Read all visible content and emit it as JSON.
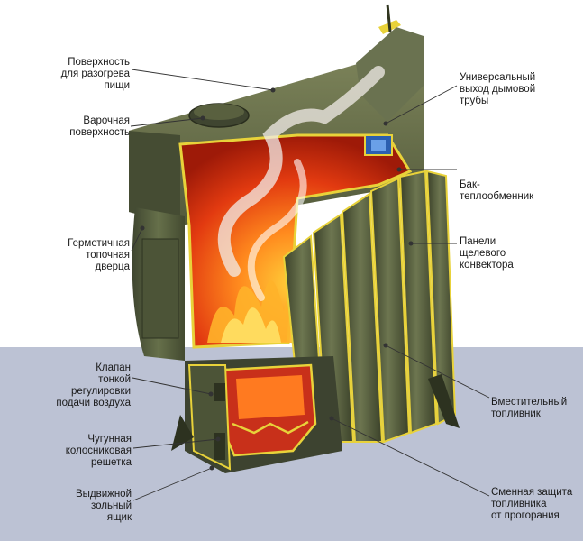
{
  "labels": {
    "reheating_surface": "Поверхность\nдля разогрева\nпищи",
    "cooking_surface": "Варочная\nповерхность",
    "sealed_door": "Герметичная\nтопочная\nдверца",
    "air_valve": "Клапан\nтонкой\nрегулировки\nподачи воздуха",
    "cast_iron_grate": "Чугунная\nколосниковая\nрешетка",
    "ash_drawer": "Выдвижной\nзольный\nящик",
    "chimney_outlet": "Универсальный\nвыход дымовой\nтрубы",
    "heat_exchanger_tank": "Бак-\nтеплообменник",
    "convector_panels": "Панели\nщелевого\nконвектора",
    "firebox": "Вместительный\nтопливник",
    "replaceable_protection": "Сменная защита\nтопливника\nот прогорания"
  },
  "colors": {
    "stove_body": "#5b6340",
    "stove_dark": "#3a4028",
    "outline_yellow": "#e8d23a",
    "fire_orange": "#f26a1b",
    "fire_red": "#c8200e",
    "lower_background": "#bcc2d4"
  }
}
